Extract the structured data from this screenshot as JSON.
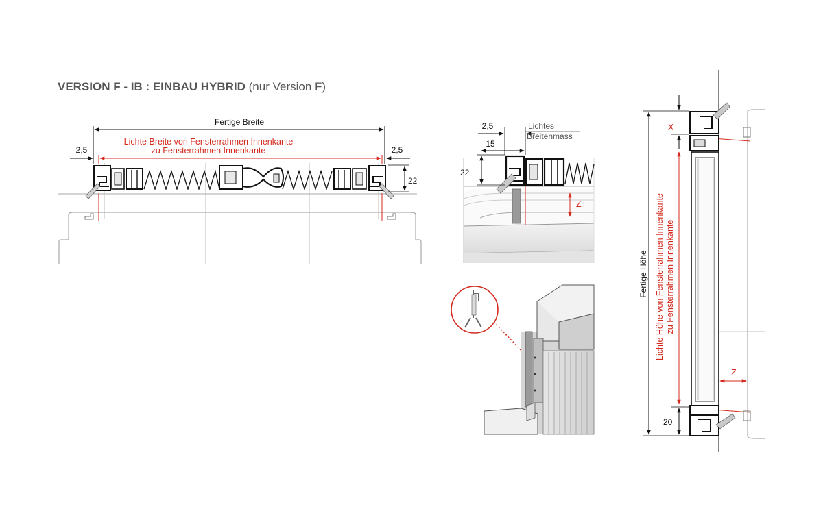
{
  "title": {
    "main": "VERSION F - IB : EINBAU HYBRID",
    "sub": "(nur Version F)"
  },
  "colors": {
    "dimension_red": "#d42a1e",
    "line_dark": "#111111",
    "line_gray": "#999999",
    "text_gray": "#555555"
  },
  "plan_view": {
    "fertige_breite": "Fertige Breite",
    "lichte_breite_line1": "Lichte Breite von Fensterrahmen Innenkante",
    "lichte_breite_line2": "zu Fensterrahmen Innenkante",
    "dim_left": "2,5",
    "dim_right": "2,5",
    "dim_depth": "22"
  },
  "detail_view": {
    "dim_top": "2,5",
    "dim_15": "15",
    "dim_22": "22",
    "lichtes_line1": "Lichtes",
    "lichtes_line2": "Breitenmass",
    "dim_z": "Z"
  },
  "section_view": {
    "fertige_hoehe": "Fertige Höhe",
    "lichte_hoehe_line1": "Lichte Höhe von Fensterrahmen Innenkante",
    "lichte_hoehe_line2": "zu Fensterrahmen Innenkante",
    "dim_x": "X",
    "dim_z": "Z",
    "dim_20": "20"
  }
}
